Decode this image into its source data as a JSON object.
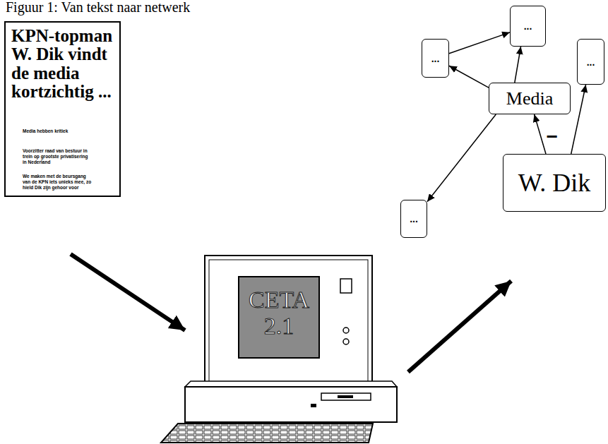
{
  "diagram": {
    "title": "Figuur 1: Van tekst naar netwerk",
    "nodes": [
      {
        "text": [
          "KPN-topman W. Dik vindt de media kortzichtig ...",
          "Media hebben kritiek",
          "Voorzitter raad van bestuur in trein op grootste privatisering in Nederland",
          "We maken met de beursgang van de KPN iets unieks mee, zo hield Dik zijn gehoor voor"
        ]
      },
      {
        "text": [
          "..."
        ]
      },
      {
        "text": [
          "..."
        ]
      },
      {
        "text": [
          "..."
        ]
      },
      {
        "text": [
          "Media"
        ]
      },
      {
        "text": [
          "W. Dik"
        ]
      },
      {
        "text": [
          "..."
        ]
      }
    ],
    "edges": [
      {
        "from": 2,
        "to": 1,
        "arrow": "to"
      },
      {
        "from": 4,
        "to": 2,
        "arrow": "to"
      },
      {
        "from": 4,
        "to": 1,
        "arrow": "to"
      },
      {
        "from": 5,
        "to": 4,
        "arrow": "to",
        "label": "−"
      },
      {
        "from": 4,
        "to": 6,
        "arrow": "to"
      },
      {
        "from": 5,
        "to": 3,
        "arrow": "to"
      }
    ],
    "labels": [
      "CETA 2.1"
    ]
  }
}
